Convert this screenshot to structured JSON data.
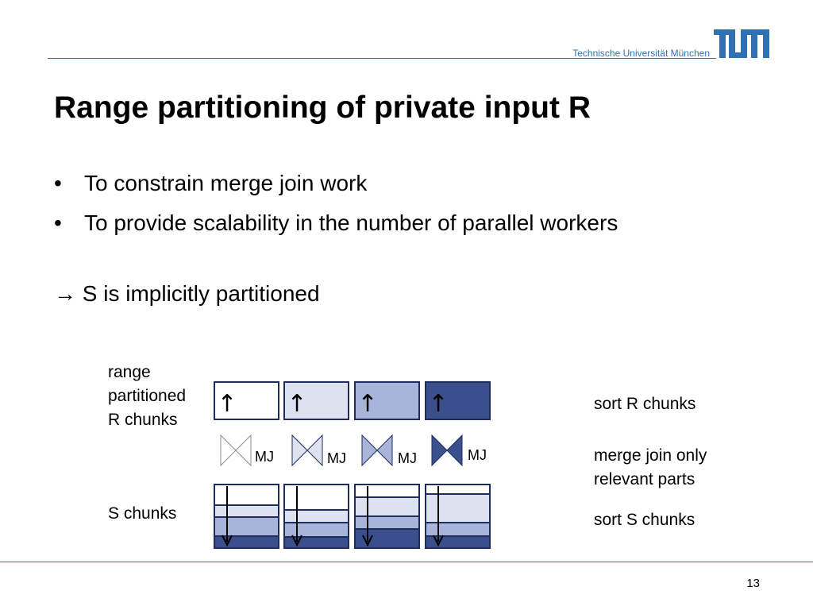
{
  "header": {
    "university": "Technische Universität München",
    "logo_text": "TUM",
    "logo_color": "#3070b3"
  },
  "title": "Range partitioning of private input R",
  "bullets": [
    "To constrain merge join work",
    "To provide scalability in the number of parallel workers"
  ],
  "bullet_symbol": "•",
  "arrow_line": "→ S is implicitly partitioned",
  "diagram": {
    "left_labels": {
      "r_chunks": [
        "range",
        "partitioned",
        "R chunks"
      ],
      "s_chunks": "S chunks"
    },
    "right_labels": {
      "sort_r": "sort R chunks",
      "merge": [
        "merge join only",
        "relevant parts"
      ],
      "sort_s": "sort S chunks"
    },
    "merge_join_label": "MJ",
    "chunk_colors": [
      "#ffffff",
      "#dde1f0",
      "#a9b4da",
      "#3a4f8c"
    ],
    "line_color": "#1f2d5c"
  },
  "footer": {
    "page_number": "13"
  }
}
